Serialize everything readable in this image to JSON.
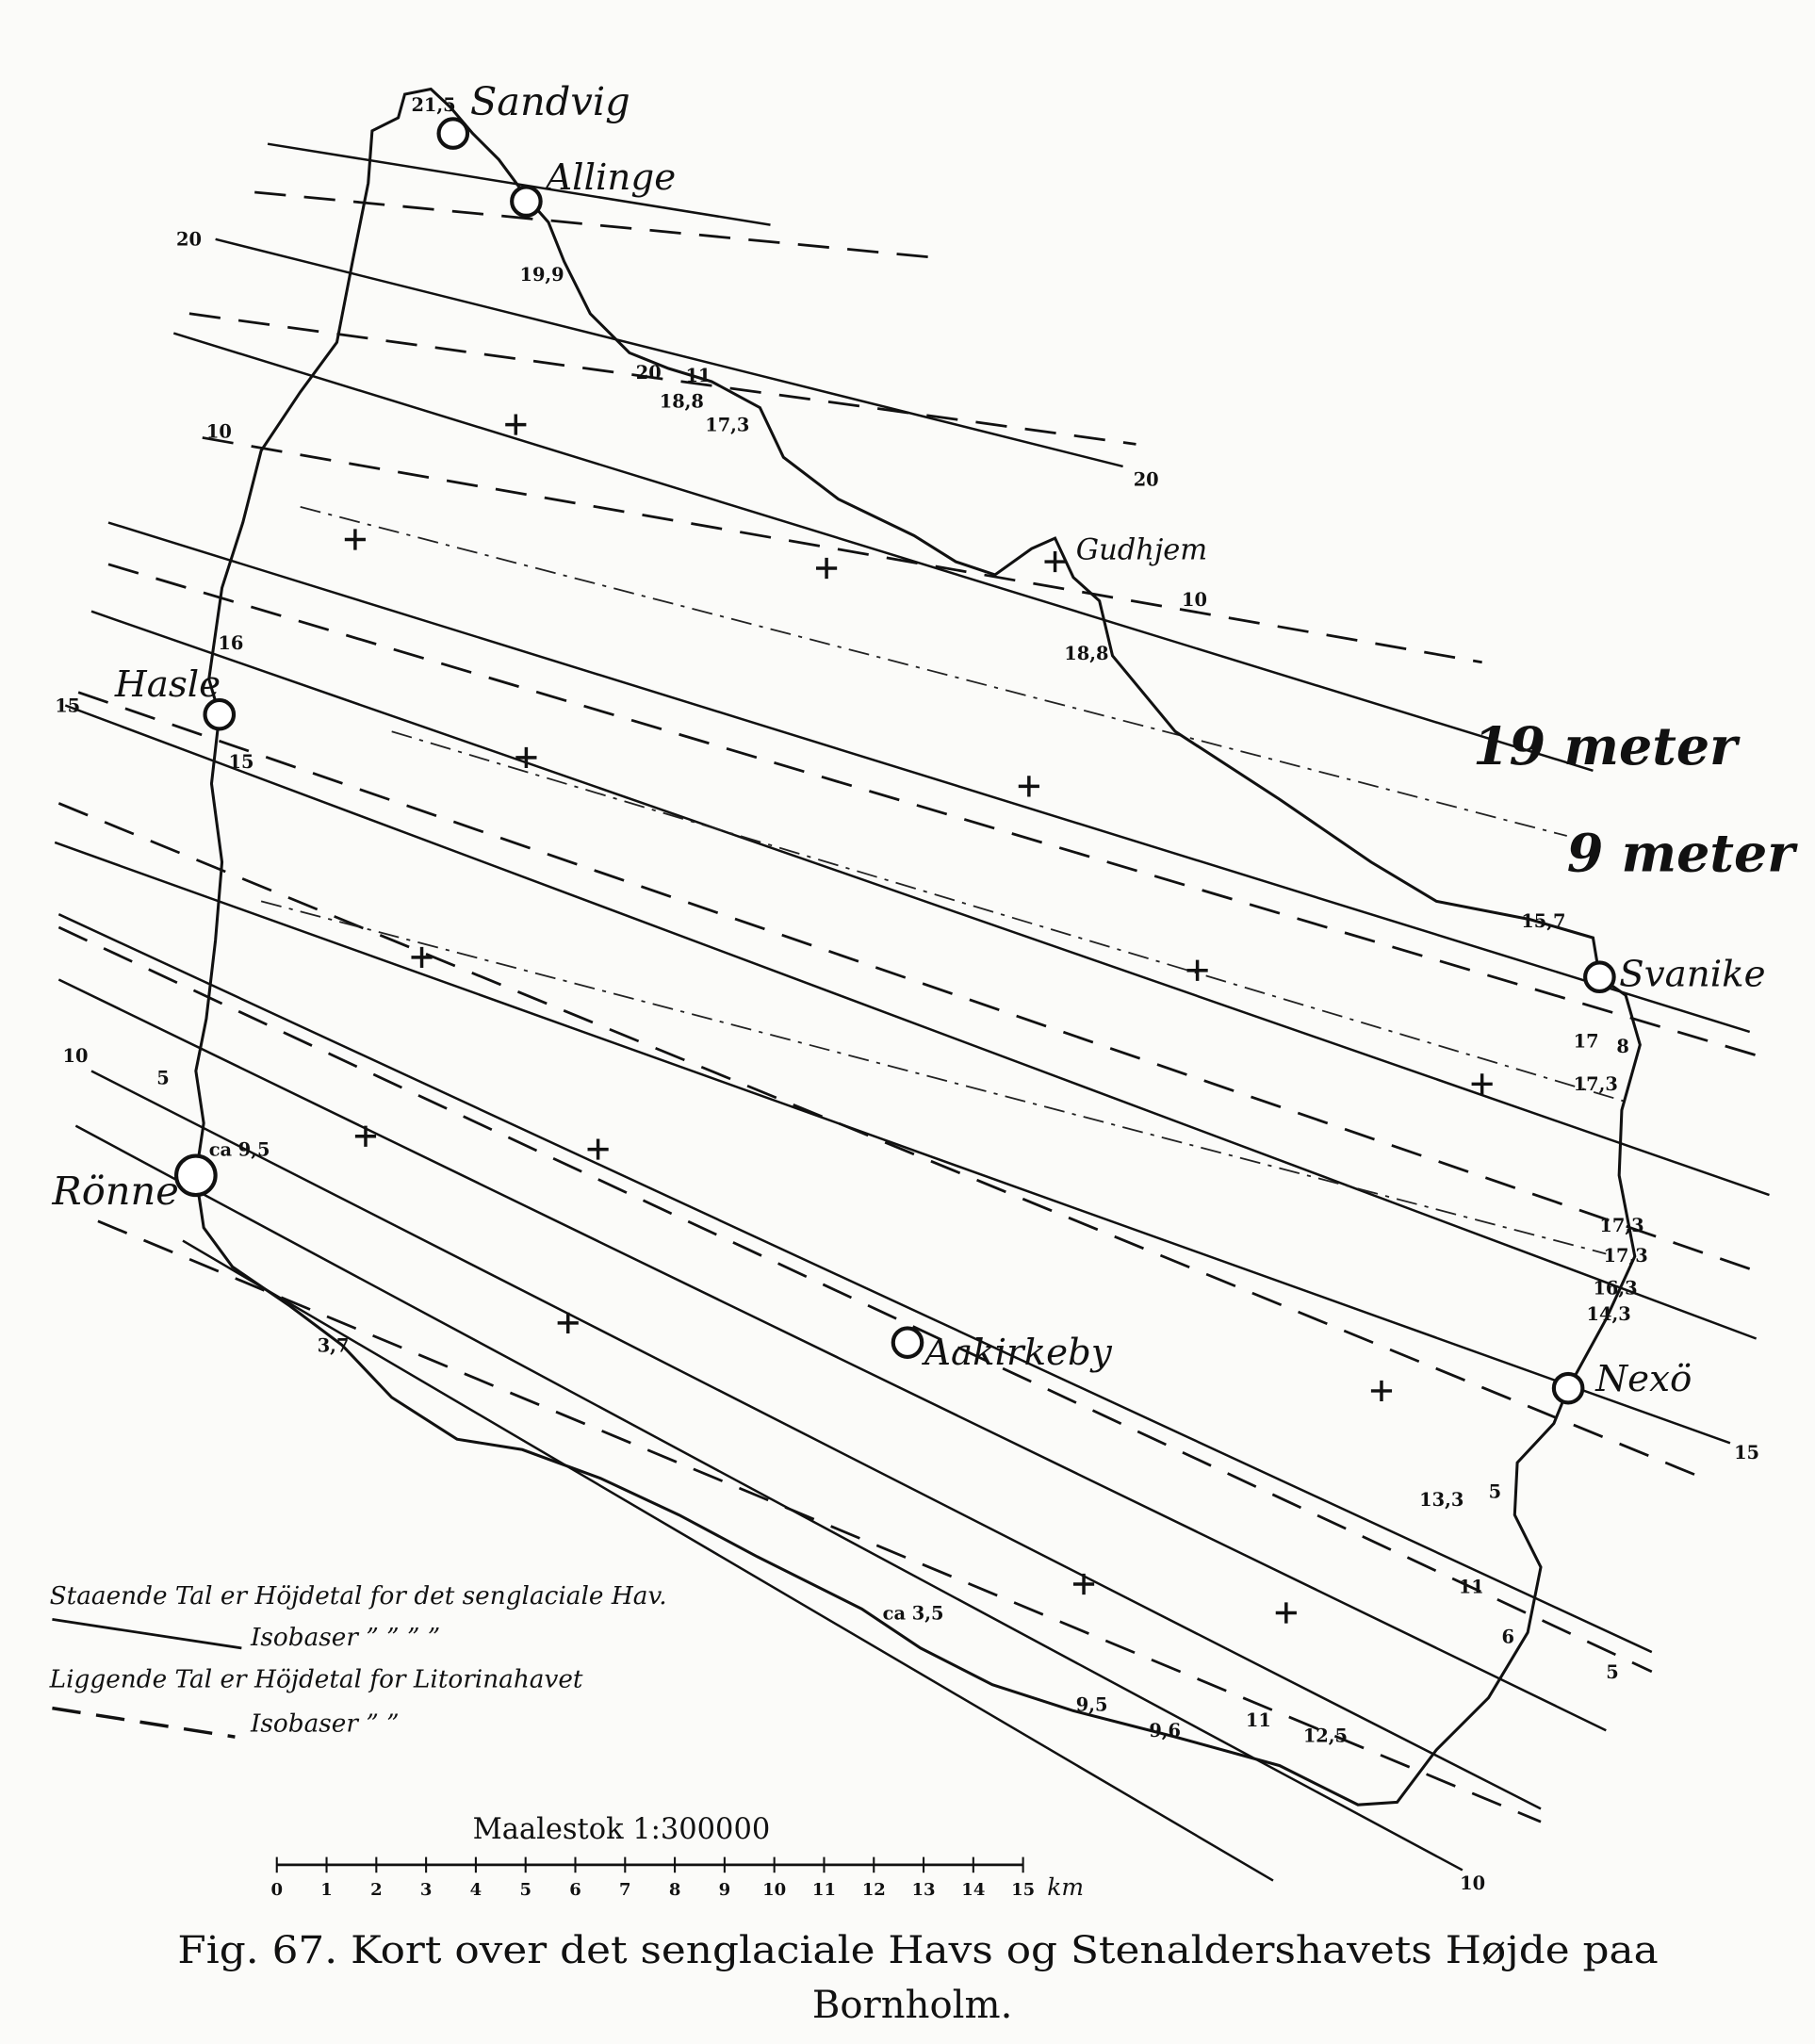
{
  "towns": [
    "Sandvig",
    "Allinge",
    "Hasle",
    "Rönne",
    "Aakirkeby",
    "Svanike",
    "Nexö",
    "Gudhjem"
  ],
  "height_labels": [
    "21,5",
    "19,9",
    "20",
    "11",
    "18,8",
    "17,3",
    "18,8",
    "16",
    "15",
    "15,7",
    "17",
    "8",
    "17,3",
    "17,3",
    "17,3",
    "16,3",
    "14,3",
    "ca 9,5",
    "5",
    "3,7",
    "13,3",
    "5",
    "11",
    "6",
    "ca 3,5",
    "9,5",
    "9,6",
    "11",
    "12,5"
  ],
  "isobase_labels": [
    "20",
    "20",
    "10",
    "10",
    "15",
    "15",
    "10",
    "5",
    "15",
    "5",
    "10"
  ],
  "annotations": {
    "upper": "19 meter",
    "lower": "9 meter",
    "upper_color": "#14149a",
    "lower_color": "#2f7fff"
  },
  "legend": {
    "line1": "Staaende Tal er Höjdetal for det senglaciale Hav.",
    "line2": "Isobaser ”  ”  ”  ”",
    "line3": "Liggende Tal er Höjdetal for Litorinahavet",
    "line4": "Isobaser ”  ”"
  },
  "scale": {
    "title": "Maalestok  1:300000",
    "ticks": [
      "0",
      "1",
      "2",
      "3",
      "4",
      "5",
      "6",
      "7",
      "8",
      "9",
      "10",
      "11",
      "12",
      "13",
      "14",
      "15"
    ],
    "unit": "km"
  },
  "caption": {
    "line1": "Fig. 67. Kort over det senglaciale Havs og Stenaldershavets Højde paa",
    "line2": "Bornholm."
  }
}
